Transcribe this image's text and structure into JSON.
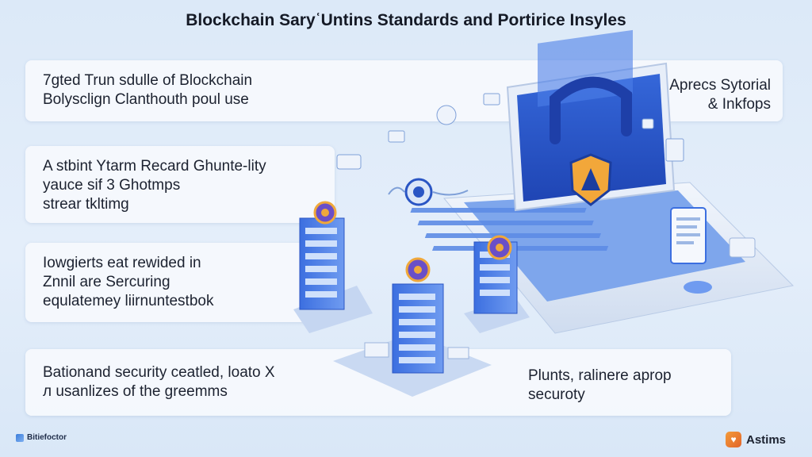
{
  "title": "Blockchain SaryʿUntins Standards and Portirice Insyles",
  "cards": [
    {
      "lines": [
        "7gted Trun sdulle of Blockchain",
        "Bolysclign Clanthouth poul use"
      ]
    },
    {
      "lines": [
        "A stbint Ytarm Recard Ghunte-lity",
        "yauce sif 3 Ghotmps",
        "strear tkltimg"
      ]
    },
    {
      "lines": [
        "Iowgierts eat rewided in",
        "Znnil are Sercuring",
        "equlatemey liirnuntestbok"
      ]
    },
    {
      "lines": [
        "Bationand security ceatled, loato Х",
        "л usanlizes of the greemms"
      ]
    }
  ],
  "side_cards": [
    {
      "lines": [
        "Aprecs Sytorial",
        "& Inkfops"
      ]
    },
    {
      "lines": [
        "Plunts, ralinere aprop",
        "securoty"
      ]
    }
  ],
  "footer": {
    "left_brand": "Bitiefoctor",
    "right_brand": "Astims",
    "right_icon": "shield-hand-icon"
  },
  "colors": {
    "accent": "#2e5fd6",
    "accent_light": "#7fa8f0",
    "background": "#dce9f8",
    "card": "#f6f9fd"
  }
}
